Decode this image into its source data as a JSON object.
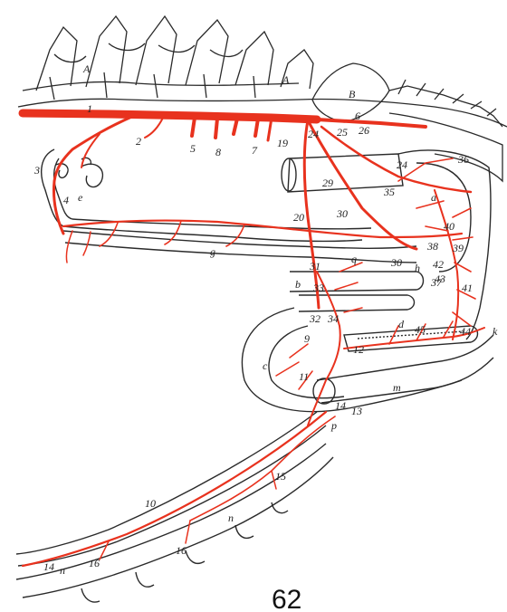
{
  "figure_number": "62",
  "colors": {
    "artery": "#e8321e",
    "outline": "#2a2a2a"
  },
  "labels": {
    "vertebra_a1": "A",
    "vertebra_a2": "A",
    "sacrum": "B",
    "n1": "1",
    "n2": "2",
    "n3": "3",
    "n4": "4",
    "n5": "5",
    "n6": "6",
    "n7": "7",
    "n8": "8",
    "n9": "9",
    "n10": "10",
    "n11": "11",
    "n12": "12",
    "n13": "13",
    "n14": "14",
    "n14b": "14",
    "n15": "15",
    "n16a": "16",
    "n16b": "16",
    "n19": "19",
    "n20": "20",
    "n24a": "24",
    "n24b": "24",
    "n25": "25",
    "n26": "26",
    "n29": "29",
    "n30a": "30",
    "n30b": "30",
    "n31": "31",
    "n32": "32",
    "n33": "33",
    "n34": "34",
    "n35": "35",
    "n36": "36",
    "n37": "37",
    "n38": "38",
    "n39": "39",
    "n40": "40",
    "n41": "41",
    "n42": "42",
    "n43": "43",
    "n44": "44",
    "n45": "45",
    "a": "a",
    "b": "b",
    "c": "c",
    "d": "d",
    "e": "e",
    "g": "g",
    "h": "h",
    "k": "k",
    "m": "m",
    "n_a": "n",
    "n_b": "n",
    "p": "p",
    "q": "q"
  }
}
